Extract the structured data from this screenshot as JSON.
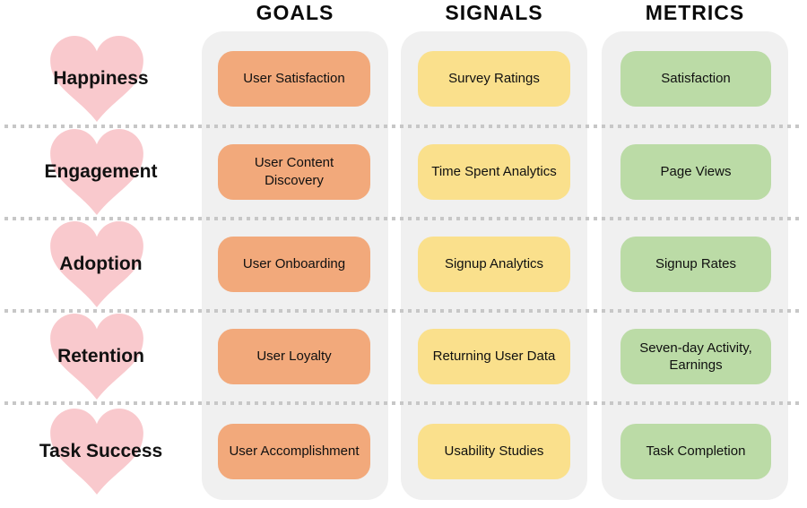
{
  "headers": {
    "goals": "GOALS",
    "signals": "SIGNALS",
    "metrics": "METRICS"
  },
  "rows": [
    {
      "dimension": "Happiness",
      "goal": "User Satisfaction",
      "signal": "Survey Ratings",
      "metric": "Satisfaction"
    },
    {
      "dimension": "Engagement",
      "goal": "User Content Discovery",
      "signal": "Time Spent Analytics",
      "metric": "Page Views"
    },
    {
      "dimension": "Adoption",
      "goal": "User Onboarding",
      "signal": "Signup Analytics",
      "metric": "Signup Rates"
    },
    {
      "dimension": "Retention",
      "goal": "User Loyalty",
      "signal": "Returning User Data",
      "metric": "Seven-day Activity, Earnings"
    },
    {
      "dimension": "Task Success",
      "goal": "User Accomplishment",
      "signal": "Usability Studies",
      "metric": "Task Completion"
    }
  ],
  "colors": {
    "goal": "#f2a97b",
    "signal": "#fae08c",
    "metric": "#bbdba6",
    "heart": "#f9c9cd",
    "pillar": "#f0f0f0",
    "dot": "#c7c7c7"
  }
}
